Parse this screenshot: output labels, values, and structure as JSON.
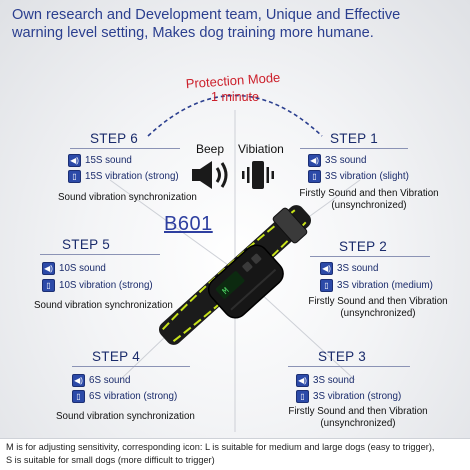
{
  "headline": {
    "line1": "Own research and Development team, Unique and Effective",
    "line2": "warning level setting, Makes dog training more humane."
  },
  "protection": {
    "title": "Protection Mode",
    "duration": "1 minute"
  },
  "modes": {
    "beep": "Beep",
    "vibration": "Vibiation"
  },
  "model": "B601",
  "steps": [
    {
      "title": "STEP 6",
      "sound": "15S sound",
      "vibration": "15S vibration (strong)",
      "note": "Sound vibration synchronization"
    },
    {
      "title": "STEP 1",
      "sound": "3S sound",
      "vibration": "3S vibration (slight)",
      "note": "Firstly Sound and then Vibration",
      "note2": "(unsynchronized)"
    },
    {
      "title": "STEP 5",
      "sound": "10S sound",
      "vibration": "10S vibration (strong)",
      "note": "Sound vibration synchronization"
    },
    {
      "title": "STEP 2",
      "sound": "3S sound",
      "vibration": "3S vibration (medium)",
      "note": "Firstly Sound and then Vibration",
      "note2": "(unsynchronized)"
    },
    {
      "title": "STEP 4",
      "sound": "6S sound",
      "vibration": "6S vibration (strong)",
      "note": "Sound vibration synchronization"
    },
    {
      "title": "STEP 3",
      "sound": "3S sound",
      "vibration": "3S vibration (strong)",
      "note": "Firstly Sound and then Vibration",
      "note2": "(unsynchronized)"
    }
  ],
  "device_display": "M",
  "footer": {
    "line1": "M is for adjusting sensitivity, corresponding icon: L is suitable for medium and large dogs (easy to trigger),",
    "line2": "S is suitable for small dogs (more difficult to trigger)"
  },
  "colors": {
    "headline": "#2b3f8f",
    "protection": "#cc1f2a",
    "step_text": "#1a2b6b",
    "icon_blue": "#2c4aa8",
    "collar_accent": "#c8e31b"
  }
}
